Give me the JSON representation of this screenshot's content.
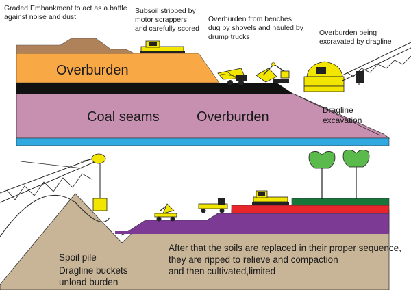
{
  "labels": {
    "embankment": [
      "Graded Embankment to act as a baffle",
      "against noise and dust"
    ],
    "subsoil": [
      "Subsoil stripped by",
      "motor scrappers",
      "and carefully scored"
    ],
    "benches": [
      "Overburden from benches",
      "dug by shovels and hauled by",
      "drump trucks"
    ],
    "dragline_top": [
      "Overburden being",
      "excravated by dragline"
    ],
    "overburden_top": "Overburden",
    "coal_seams": "Coal seams",
    "overburden_mid": "Overburden",
    "dragline_excavation": [
      "Dragline",
      "excavation"
    ],
    "spoil_pile": "Spoil pile",
    "dragline_buckets": [
      "Dragline buckets",
      "unload burden"
    ],
    "replaced": [
      "After that the soils are replaced in their proper sequence,",
      "they are ripped to relieve and compaction",
      "and then cultivated,limited"
    ]
  },
  "colors": {
    "embankment": "#b0825a",
    "overburden_top": "#f8a845",
    "coal_seam": "#111111",
    "lower_overburden": "#c890b0",
    "water_strip": "#30a8e0",
    "spoil": "#c8b496",
    "purple_layer": "#7d3a94",
    "red_layer": "#e8252b",
    "green_layer": "#19763a",
    "machine_yellow": "#f2e600",
    "tree_green": "#5aba4c"
  }
}
